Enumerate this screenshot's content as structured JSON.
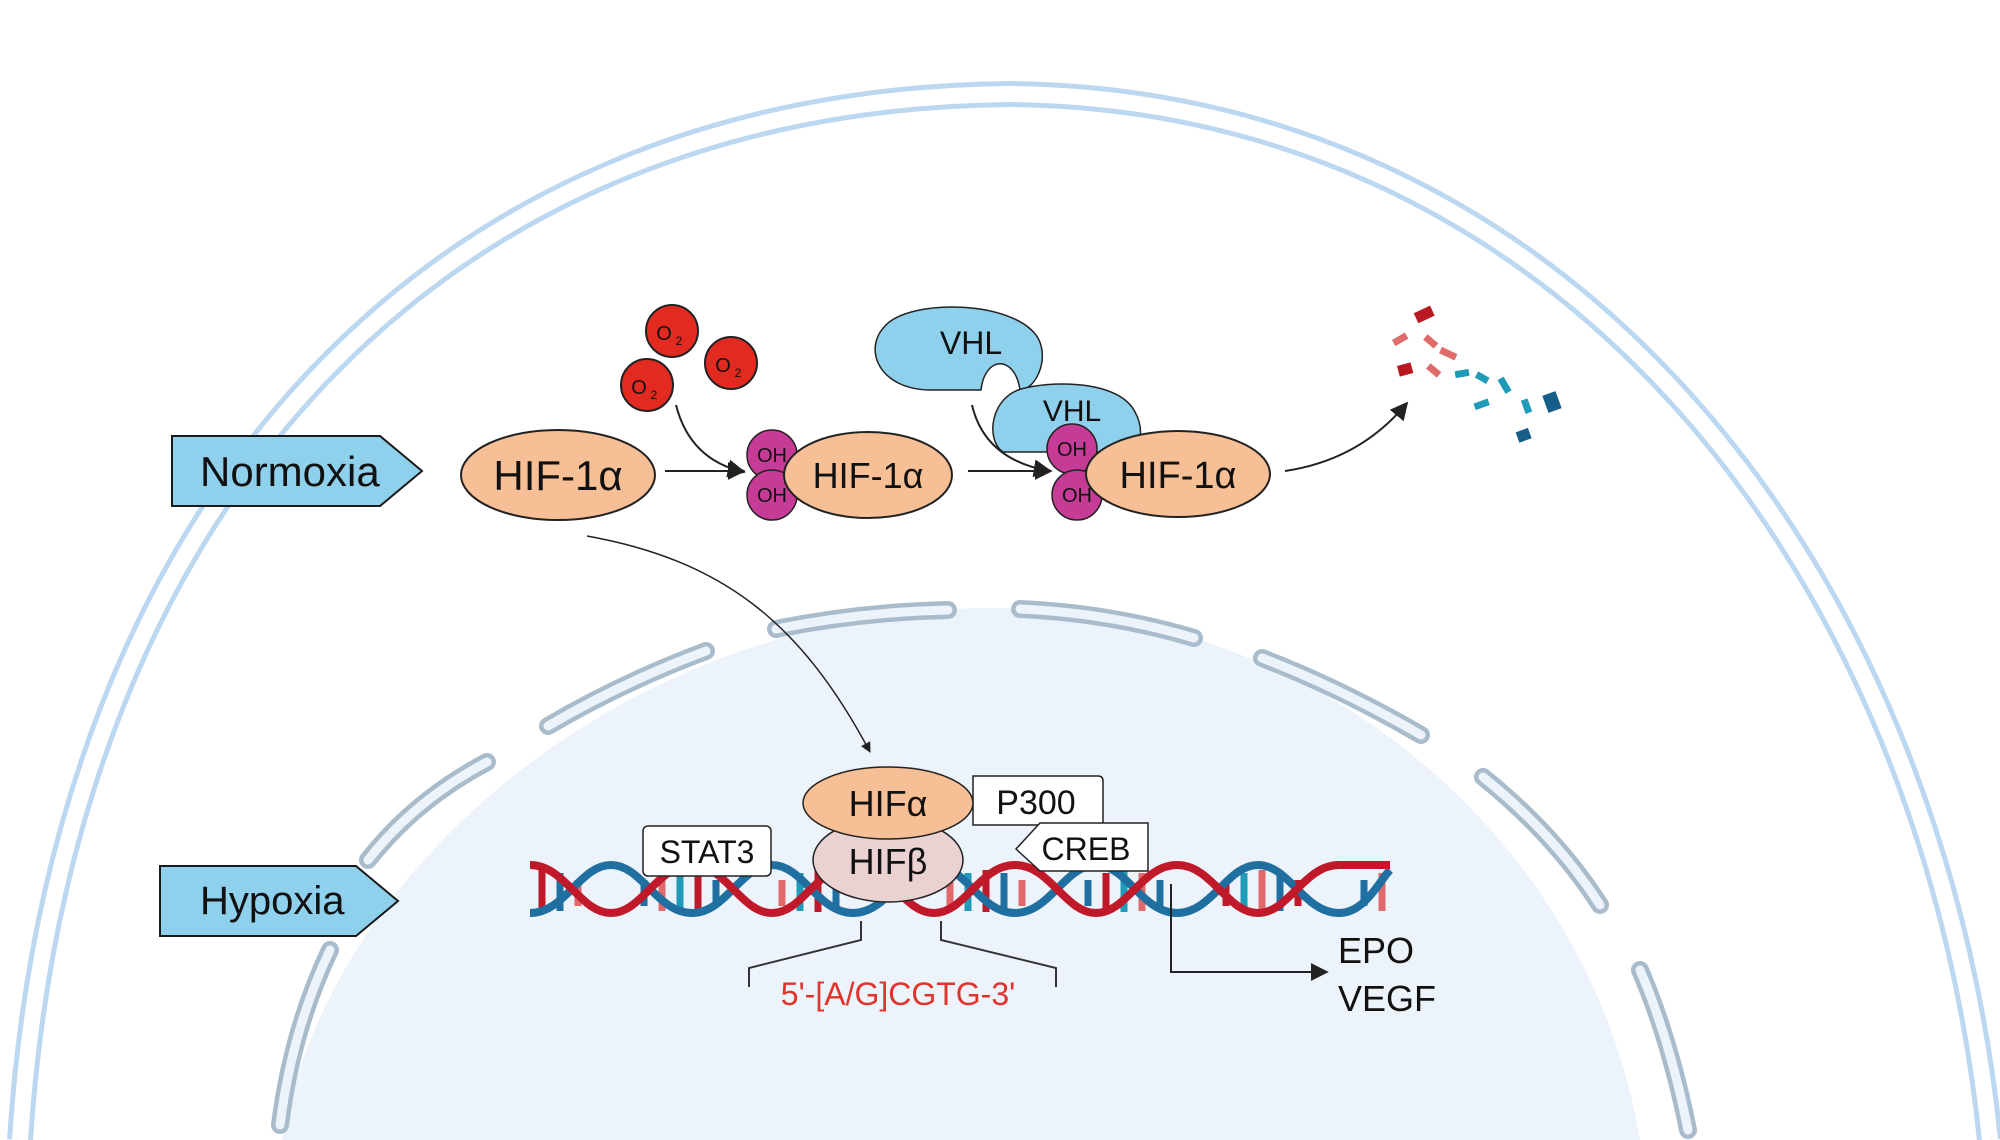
{
  "conditions": {
    "normoxia": "Normoxia",
    "hypoxia": "Hypoxia"
  },
  "normoxia_pathway": {
    "oxygen": {
      "label": "O",
      "subscript": "2"
    },
    "hydroxyl": "OH",
    "hif1a": "HIF-1α",
    "vhl": "VHL"
  },
  "hypoxia_pathway": {
    "hif_alpha": "HIFα",
    "hif_beta": "HIFβ",
    "p300": "P300",
    "creb": "CREB",
    "stat3": "STAT3",
    "hre_motif": "5'-[A/G]CGTG-3'",
    "target_genes": [
      "EPO",
      "VEGF"
    ]
  },
  "colors": {
    "membrane": "#bcd7f0",
    "nucleus_fill": "#edf3fb",
    "nuclear_envelope": "#a9bccb",
    "condition_tag": "#8fd0ec",
    "hif_alpha": "#f6bf95",
    "hif_beta": "#ead2d2",
    "vhl": "#8fd0ec",
    "hydroxyl": "#c63b95",
    "oxygen": "#e22a20",
    "dna_red": "#c01a2a",
    "dna_blue": "#1f6fa1",
    "motif_text": "#e0332b"
  }
}
